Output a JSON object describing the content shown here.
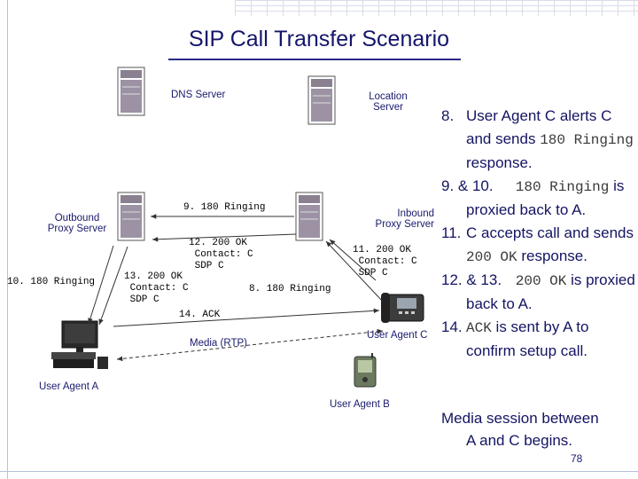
{
  "title": "SIP Call Transfer Scenario",
  "nodes": {
    "dns_server": "DNS Server",
    "location_server": "Location\nServer",
    "outbound_proxy": "Outbound\nProxy Server",
    "inbound_proxy": "Inbound\nProxy Server",
    "user_agent_a": "User Agent A",
    "user_agent_b": "User Agent B",
    "user_agent_c": "User Agent C"
  },
  "messages": {
    "m9": "9. 180 Ringing",
    "m10": "10. 180 Ringing",
    "m12": "12. 200 OK\n Contact: C\n SDP C",
    "m11": "11. 200 OK\n Contact: C\n SDP C",
    "m13": "13. 200 OK\n Contact: C\n SDP C",
    "m8": "8. 180 Ringing",
    "m14": "14. ACK",
    "media": "Media (RTP)"
  },
  "notes": [
    {
      "num": "8.",
      "parts": [
        {
          "t": "User Agent C alerts C and sends "
        },
        {
          "t": "180 Ringing",
          "mono": true
        },
        {
          "t": " response."
        }
      ]
    },
    {
      "num": "9. & 10.",
      "parts": [
        {
          "t": "180 Ringing",
          "mono": true
        },
        {
          "t": " is proxied back to A."
        }
      ]
    },
    {
      "num": "11.",
      "parts": [
        {
          "t": "C accepts call and sends "
        },
        {
          "t": "200 OK",
          "mono": true
        },
        {
          "t": " response."
        }
      ]
    },
    {
      "num": "12. & 13.",
      "parts": [
        {
          "t": "200 OK",
          "mono": true
        },
        {
          "t": " is proxied back to A."
        }
      ]
    },
    {
      "num": "14.",
      "parts": [
        {
          "t": "ACK",
          "mono": true
        },
        {
          "t": " is sent by A to confirm setup call."
        }
      ]
    }
  ],
  "media_note": [
    "Media session between",
    "A and C begins."
  ],
  "page_number": "78",
  "colors": {
    "title": "#15156b",
    "text": "#141463",
    "server_body": "#8a8090",
    "arrow": "#333333"
  }
}
